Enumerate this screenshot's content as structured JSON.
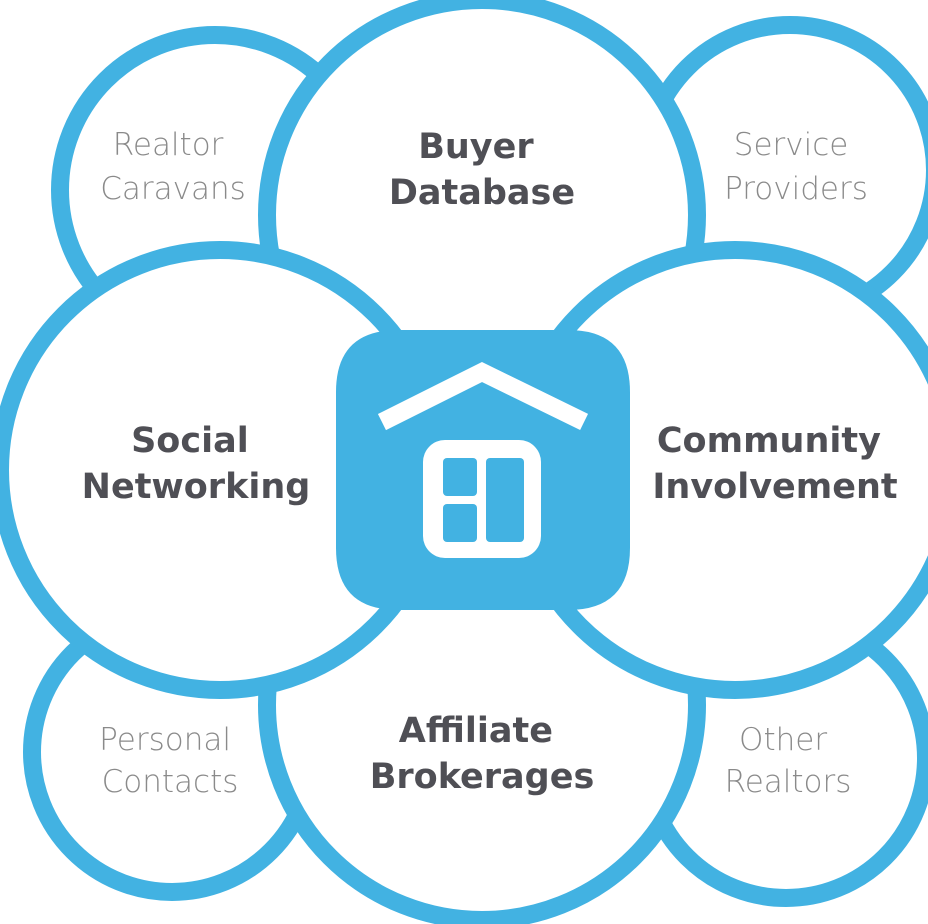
{
  "colors": {
    "accent": "#42b2e2",
    "major_text": "#4f4f55",
    "minor_text": "#8a8a8a",
    "background": "#ffffff"
  },
  "center": {
    "icon": "house-icon"
  },
  "minor_circles": [
    {
      "id": "realtor-caravans",
      "lines": [
        "Realtor",
        "Caravans"
      ]
    },
    {
      "id": "service-providers",
      "lines": [
        "Service",
        "Providers"
      ]
    },
    {
      "id": "personal-contacts",
      "lines": [
        "Personal",
        "Contacts"
      ]
    },
    {
      "id": "other-realtors",
      "lines": [
        "Other",
        "Realtors"
      ]
    }
  ],
  "major_circles": [
    {
      "id": "buyer-database",
      "lines": [
        "Buyer",
        "Database"
      ]
    },
    {
      "id": "social-networking",
      "lines": [
        "Social",
        "Networking"
      ]
    },
    {
      "id": "community-involvement",
      "lines": [
        "Community",
        "Involvement"
      ]
    },
    {
      "id": "affiliate-brokerages",
      "lines": [
        "Affiliate",
        "Brokerages"
      ]
    }
  ]
}
